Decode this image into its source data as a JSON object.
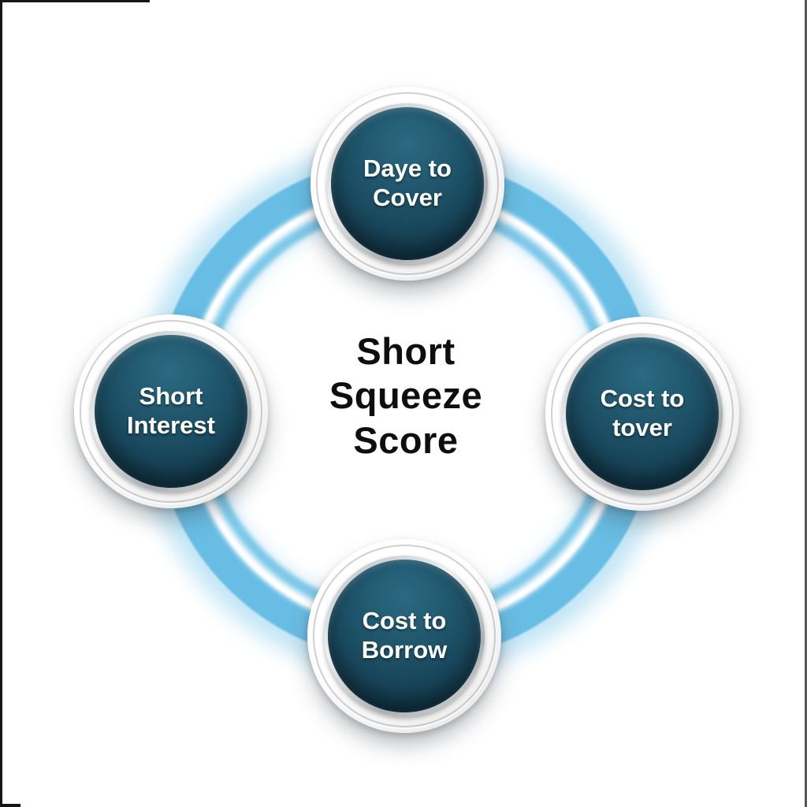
{
  "diagram": {
    "center_title": "Short\nSqueeze\nScore",
    "nodes": [
      {
        "id": "top",
        "label": "Daye to Cover"
      },
      {
        "id": "right",
        "label": "Cost to\ntover"
      },
      {
        "id": "bottom",
        "label": "Cost to\nBorrow"
      },
      {
        "id": "left",
        "label": "Short\nInterest"
      }
    ],
    "colors": {
      "ring_blue": "#68bde4",
      "ring_glow": "#bce3f5",
      "ring_highlight": "#ffffff",
      "node_core_dark": "#1e5268",
      "node_rim_silver": "#eef0f1",
      "label_text": "#ffffff",
      "center_text": "#0e0e0e",
      "frame_border": "#161616"
    }
  }
}
